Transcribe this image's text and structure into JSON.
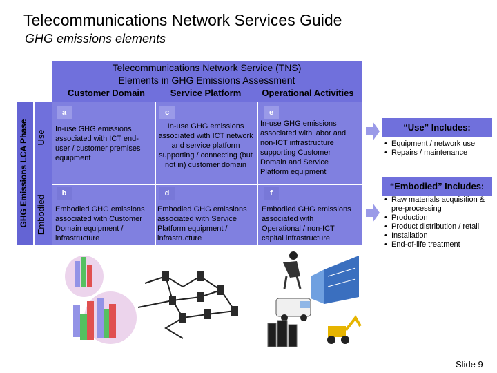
{
  "header": {
    "title": "Telecommunications Network Services Guide",
    "subtitle": "GHG emissions elements"
  },
  "tns": {
    "title_line1": "Telecommunications Network Service (TNS)",
    "title_line2": "Elements in GHG Emissions Assessment"
  },
  "columns": [
    "Customer Domain",
    "Service Platform",
    "Operational Activities"
  ],
  "rows": {
    "lca_label": "GHG Emissions LCA Phase",
    "use_label": "Use",
    "embodied_label": "Embodied"
  },
  "cells": {
    "a": {
      "tag": "a",
      "text": "In-use GHG emissions associated with ICT end-user / customer premises equipment"
    },
    "c": {
      "tag": "c",
      "text": "In-use GHG emissions associated with ICT network and service platform supporting / connecting (but not in) customer domain"
    },
    "e": {
      "tag": "e",
      "text": "In-use GHG emissions associated with labor and non-ICT infrastructure supporting Customer Domain and Service Platform equipment"
    },
    "b": {
      "tag": "b",
      "text": "Embodied GHG emissions associated with Customer Domain equipment / infrastructure"
    },
    "d": {
      "tag": "d",
      "text": "Embodied GHG emissions associated with Service Platform equipment / infrastructure"
    },
    "f": {
      "tag": "f",
      "text": "Embodied GHG emissions associated with Operational / non-ICT capital infrastructure"
    }
  },
  "use_box": {
    "title": "“Use” Includes:",
    "items": [
      "Equipment / network use",
      "Repairs / maintenance"
    ]
  },
  "embodied_box": {
    "title": "“Embodied” Includes:",
    "items": [
      "Raw materials acquisition & pre-processing",
      "Production",
      "Product distribution / retail",
      "Installation",
      "End-of-life treatment"
    ]
  },
  "footer": {
    "slide": "Slide 9"
  },
  "colors": {
    "band": "#7070dc",
    "cell": "#8080e0"
  }
}
